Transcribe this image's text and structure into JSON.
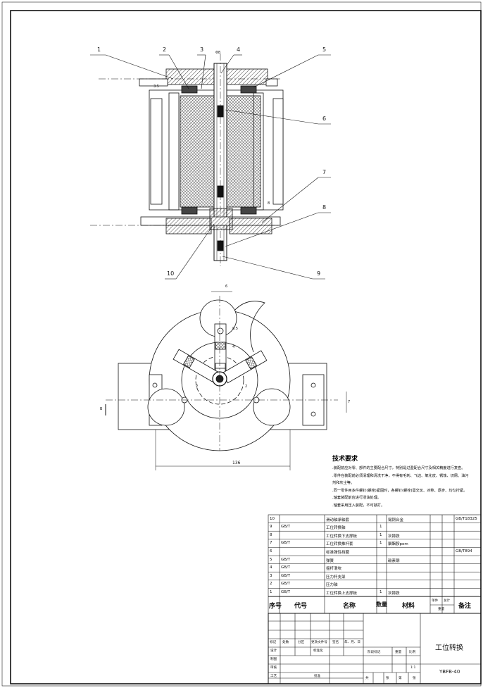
{
  "balloons": [
    "1",
    "2",
    "3",
    "4",
    "5",
    "6",
    "7",
    "8",
    "9",
    "10"
  ],
  "dimensions": {
    "top_left": "3.5",
    "top_mid": "Φ8",
    "side_right": "8",
    "plan_top": "6",
    "plan_width": "136",
    "plan_r1": "8.5",
    "plan_r2": "4",
    "plan_c1": "2",
    "plan_c2": "2",
    "plan_right": "7",
    "plan_left": "B"
  },
  "tech_req": {
    "title": "技术要求",
    "lines": [
      ".装配前应对零、部件的主要配合尺寸，特别是过盈配合尺寸及相关精度进行复查。",
      ".零件在装配前必须清理和清洗干净，不得有毛刺、飞边、氧化皮、锈蚀、切屑、油污",
      "  剂和灰尘等。",
      ".同一零件用多件螺钉(螺栓)紧固时，各螺钉(螺栓)需交叉、对称、逐步、均匀拧紧。",
      ".轴套装配前应进行浸油处理。",
      ".轴套采用压入装配，不可敲打。"
    ]
  },
  "bom": {
    "rows": [
      {
        "no": "10",
        "code": "",
        "name": "滑动轴承轴套",
        "qty": "",
        "material": "锡铜合金",
        "remark": "GB/T18325"
      },
      {
        "no": "9",
        "code": "GB/T",
        "name": "工位转换轴",
        "qty": "1",
        "material": "",
        "remark": ""
      },
      {
        "no": "8",
        "code": "",
        "name": "工位转换下支撑板",
        "qty": "1",
        "material": "灰铸铁",
        "remark": ""
      },
      {
        "no": "7",
        "code": "GB/T",
        "name": "工位转换推杆套",
        "qty": "1",
        "material": "聚酯胺pom",
        "remark": ""
      },
      {
        "no": "6",
        "code": "",
        "name": "标准弹性挡圈",
        "qty": "",
        "material": "",
        "remark": "GB/T894"
      },
      {
        "no": "5",
        "code": "GB/T",
        "name": "弹簧",
        "qty": "",
        "material": "碳素钢",
        "remark": ""
      },
      {
        "no": "4",
        "code": "GB/T",
        "name": "摇杆滑块",
        "qty": "",
        "material": "",
        "remark": ""
      },
      {
        "no": "3",
        "code": "GB/T",
        "name": "压力杆支架",
        "qty": "",
        "material": "",
        "remark": ""
      },
      {
        "no": "2",
        "code": "GB/T",
        "name": "压力轴",
        "qty": "",
        "material": "",
        "remark": ""
      },
      {
        "no": "1",
        "code": "GB/T",
        "name": "工位转换上支撑板",
        "qty": "1",
        "material": "灰铸铁",
        "remark": ""
      }
    ],
    "headers": {
      "no": "序号",
      "code": "代号",
      "name": "名称",
      "qty": "数量",
      "material": "材料",
      "unit_mass": "单件",
      "total_mass": "总计",
      "mass": "重量",
      "remark": "备注"
    }
  },
  "title_block": {
    "sign_labels": [
      "标记",
      "处数",
      "分区",
      "更改文件号",
      "签名",
      "年、月、日"
    ],
    "role_labels": [
      "设计",
      "制图",
      "审核",
      "工艺"
    ],
    "std_label": "标准化",
    "approve_label": "批准",
    "stage_label": "阶段标记",
    "weight_label": "重量",
    "scale_label": "比例",
    "scale_value": "1:1",
    "sheets_label": [
      "共",
      "张",
      "第",
      "张"
    ],
    "drawing_name": "工位转换",
    "drawing_no": "YBFB-40"
  }
}
